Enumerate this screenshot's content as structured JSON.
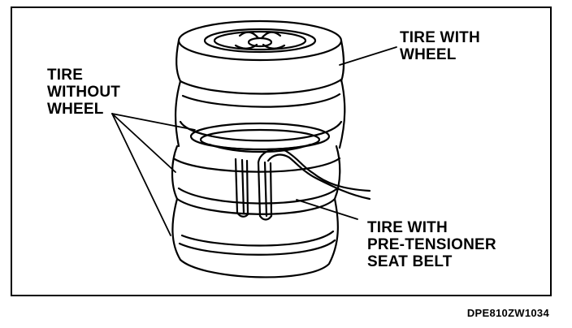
{
  "labels": {
    "tire_with_wheel": [
      "TIRE WITH",
      "WHEEL"
    ],
    "tire_without_wheel": [
      "TIRE",
      "WITHOUT",
      "WHEEL"
    ],
    "tire_with_pretensioner": [
      "TIRE WITH",
      "PRE-TENSIONER",
      "SEAT BELT"
    ]
  },
  "figure_code": "DPE810ZW1034",
  "colors": {
    "ink": "#000000",
    "paper": "#ffffff"
  },
  "icons": {
    "wheel": "wheel-icon"
  }
}
